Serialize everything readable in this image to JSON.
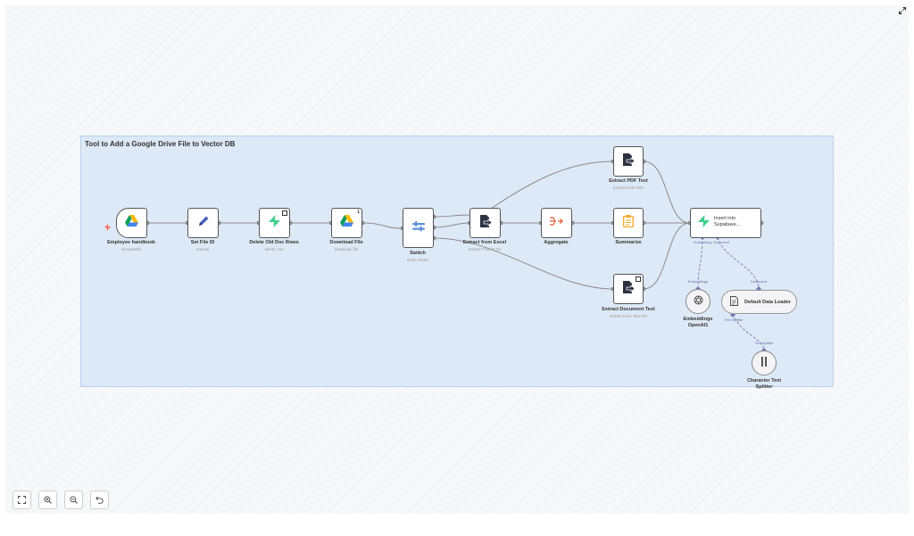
{
  "sticky": {
    "title": "Tool to Add a Google Drive File to Vector DB"
  },
  "nodes": {
    "employee_handbook": {
      "label": "Employee handbook",
      "sub": "fileUpdated",
      "icon": "google-drive-icon"
    },
    "set_file_id": {
      "label": "Set File ID",
      "sub": "manual",
      "icon": "pencil-icon"
    },
    "delete_old_doc_rows": {
      "label": "Delete Old Doc Rows",
      "sub": "delete: row",
      "icon": "supabase-icon"
    },
    "download_file": {
      "label": "Download File",
      "sub": "download: file",
      "icon": "google-drive-icon",
      "badge": "1"
    },
    "switch": {
      "label": "Switch",
      "sub": "mode: Rules",
      "icon": "switch-icon"
    },
    "extract_from_excel": {
      "label": "Extract from Excel",
      "sub": "Extract From XLSX",
      "icon": "extract-icon"
    },
    "aggregate": {
      "label": "Aggregate",
      "icon": "aggregate-icon"
    },
    "summarize": {
      "label": "Summarize",
      "icon": "summarize-icon"
    },
    "extract_pdf_text": {
      "label": "Extract PDF Text",
      "sub": "Extract From PDF",
      "icon": "extract-icon"
    },
    "extract_document_text": {
      "label": "Extract Document Text",
      "sub": "Extract From Text File",
      "icon": "extract-icon"
    },
    "insert_supabase": {
      "label": "Insert into Supabase...",
      "icon": "supabase-icon"
    },
    "embeddings_openai": {
      "label": "Embeddings OpenAI1",
      "icon": "openai-icon"
    },
    "default_data_loader": {
      "label": "Default Data Loader",
      "icon": "document-icon"
    },
    "character_text_splitter": {
      "label": "Character Text Splitter",
      "icon": "splitter-icon"
    }
  },
  "connector_labels": {
    "embedding_out": "Embedding",
    "embedding_in": "Embeddings",
    "document_in": "Document",
    "document_out": "Document",
    "text_splitter_out": "Text Splitter",
    "text_splitter_in": "Text Splitter"
  },
  "controls": {
    "fit_view": "fit-view-icon",
    "zoom_in": "zoom-in-icon",
    "zoom_out": "zoom-out-icon",
    "reset": "undo-icon",
    "fullscreen": "expand-icon"
  },
  "colors": {
    "sticky_bg": "#dde9f6",
    "ai_connector": "#7a7ab8",
    "supabase_green": "#3ecf8e",
    "trigger_bolt": "#ff6d5a"
  }
}
